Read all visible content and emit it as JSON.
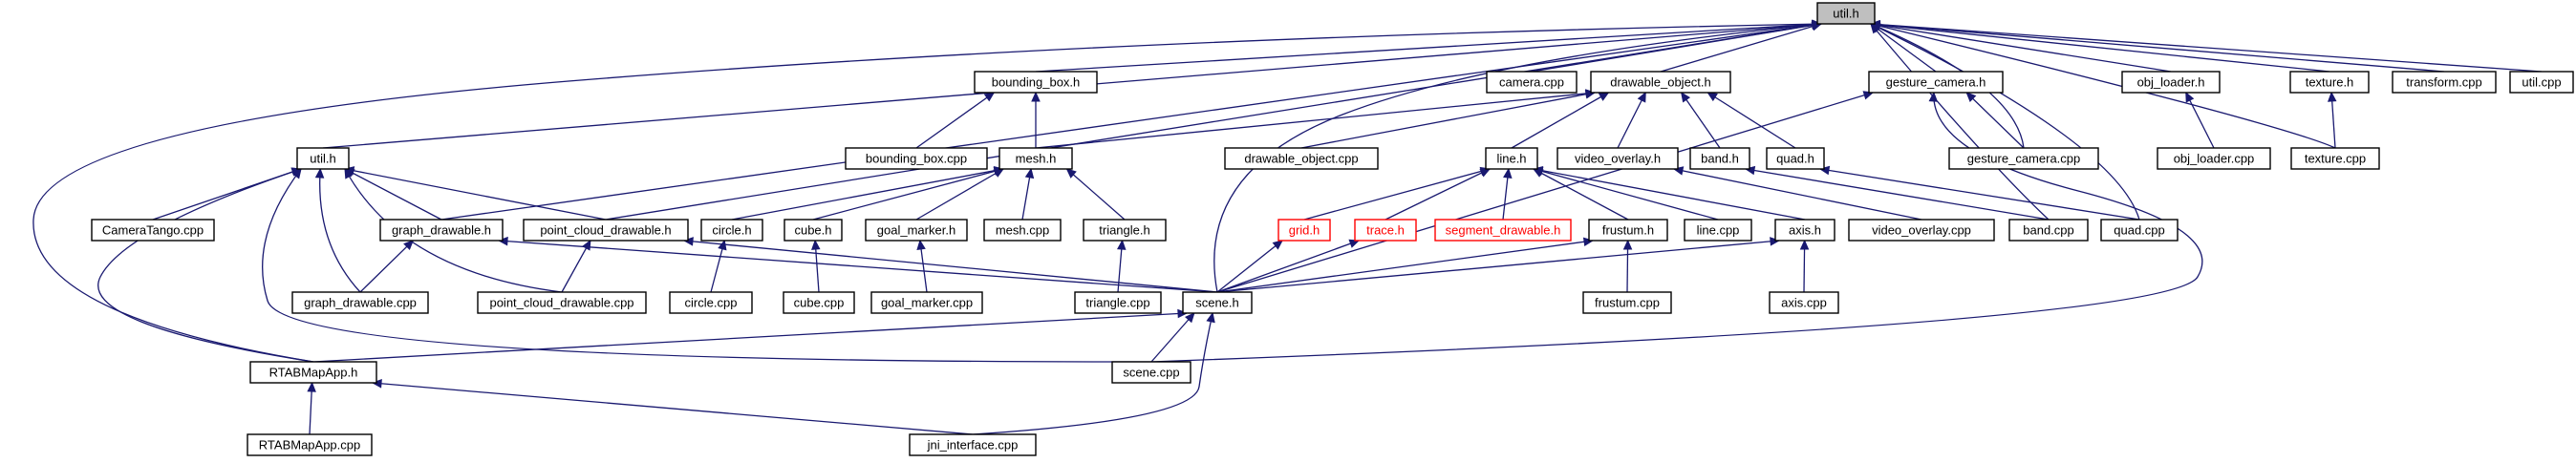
{
  "graph": {
    "style": {
      "edge_color": "#191970",
      "root_fill": "#bfbfbf",
      "truncated_border": "#ff0000"
    },
    "nodes": [
      {
        "id": "util_h_top",
        "label": "util.h",
        "root": true
      },
      {
        "id": "bounding_box_h",
        "label": "bounding_box.h"
      },
      {
        "id": "camera_cpp",
        "label": "camera.cpp"
      },
      {
        "id": "drawable_object_h",
        "label": "drawable_object.h"
      },
      {
        "id": "gesture_camera_h",
        "label": "gesture_camera.h"
      },
      {
        "id": "obj_loader_h",
        "label": "obj_loader.h"
      },
      {
        "id": "texture_h",
        "label": "texture.h"
      },
      {
        "id": "transform_cpp",
        "label": "transform.cpp"
      },
      {
        "id": "util_cpp",
        "label": "util.cpp"
      },
      {
        "id": "util_h_2",
        "label": "util.h"
      },
      {
        "id": "bounding_box_cpp",
        "label": "bounding_box.cpp"
      },
      {
        "id": "mesh_h",
        "label": "mesh.h"
      },
      {
        "id": "drawable_object_cpp",
        "label": "drawable_object.cpp"
      },
      {
        "id": "line_h",
        "label": "line.h"
      },
      {
        "id": "video_overlay_h",
        "label": "video_overlay.h"
      },
      {
        "id": "band_h",
        "label": "band.h"
      },
      {
        "id": "quad_h",
        "label": "quad.h"
      },
      {
        "id": "gesture_camera_cpp",
        "label": "gesture_camera.cpp"
      },
      {
        "id": "obj_loader_cpp",
        "label": "obj_loader.cpp"
      },
      {
        "id": "texture_cpp",
        "label": "texture.cpp"
      },
      {
        "id": "cameratango_cpp",
        "label": "CameraTango.cpp"
      },
      {
        "id": "graph_drawable_h",
        "label": "graph_drawable.h"
      },
      {
        "id": "point_cloud_drawable_h",
        "label": "point_cloud_drawable.h"
      },
      {
        "id": "circle_h",
        "label": "circle.h"
      },
      {
        "id": "cube_h",
        "label": "cube.h"
      },
      {
        "id": "goal_marker_h",
        "label": "goal_marker.h"
      },
      {
        "id": "mesh_cpp",
        "label": "mesh.cpp"
      },
      {
        "id": "triangle_h",
        "label": "triangle.h"
      },
      {
        "id": "grid_h",
        "label": "grid.h",
        "truncated": true
      },
      {
        "id": "trace_h",
        "label": "trace.h",
        "truncated": true
      },
      {
        "id": "segment_drawable_h",
        "label": "segment_drawable.h",
        "truncated": true
      },
      {
        "id": "frustum_h",
        "label": "frustum.h"
      },
      {
        "id": "line_cpp",
        "label": "line.cpp"
      },
      {
        "id": "axis_h",
        "label": "axis.h"
      },
      {
        "id": "video_overlay_cpp",
        "label": "video_overlay.cpp"
      },
      {
        "id": "band_cpp",
        "label": "band.cpp"
      },
      {
        "id": "quad_cpp",
        "label": "quad.cpp"
      },
      {
        "id": "graph_drawable_cpp",
        "label": "graph_drawable.cpp"
      },
      {
        "id": "point_cloud_drawable_cpp",
        "label": "point_cloud_drawable.cpp"
      },
      {
        "id": "circle_cpp",
        "label": "circle.cpp"
      },
      {
        "id": "cube_cpp",
        "label": "cube.cpp"
      },
      {
        "id": "goal_marker_cpp",
        "label": "goal_marker.cpp"
      },
      {
        "id": "triangle_cpp",
        "label": "triangle.cpp"
      },
      {
        "id": "scene_h",
        "label": "scene.h"
      },
      {
        "id": "frustum_cpp",
        "label": "frustum.cpp"
      },
      {
        "id": "axis_cpp",
        "label": "axis.cpp"
      },
      {
        "id": "rtabmapapp_h",
        "label": "RTABMapApp.h"
      },
      {
        "id": "scene_cpp",
        "label": "scene.cpp"
      },
      {
        "id": "rtabmapapp_cpp",
        "label": "RTABMapApp.cpp"
      },
      {
        "id": "jni_interface_cpp",
        "label": "jni_interface.cpp"
      }
    ],
    "edges": [
      {
        "from": "bounding_box_h",
        "to": "util_h_top"
      },
      {
        "from": "camera_cpp",
        "to": "util_h_top"
      },
      {
        "from": "drawable_object_h",
        "to": "util_h_top"
      },
      {
        "from": "gesture_camera_h",
        "to": "util_h_top"
      },
      {
        "from": "obj_loader_h",
        "to": "util_h_top"
      },
      {
        "from": "texture_h",
        "to": "util_h_top"
      },
      {
        "from": "transform_cpp",
        "to": "util_h_top"
      },
      {
        "from": "util_cpp",
        "to": "util_h_top"
      },
      {
        "from": "util_h_2",
        "to": "util_h_top"
      },
      {
        "from": "graph_drawable_h",
        "to": "util_h_top"
      },
      {
        "from": "point_cloud_drawable_h",
        "to": "util_h_top"
      },
      {
        "from": "scene_h",
        "to": "util_h_top"
      },
      {
        "from": "rtabmapapp_h",
        "to": "util_h_top"
      },
      {
        "from": "gesture_camera_cpp",
        "to": "util_h_top"
      },
      {
        "from": "texture_cpp",
        "to": "util_h_top"
      },
      {
        "from": "band_cpp",
        "to": "util_h_top"
      },
      {
        "from": "quad_cpp",
        "to": "util_h_top"
      },
      {
        "from": "bounding_box_cpp",
        "to": "bounding_box_h"
      },
      {
        "from": "mesh_h",
        "to": "bounding_box_h"
      },
      {
        "from": "mesh_h",
        "to": "drawable_object_h"
      },
      {
        "from": "drawable_object_cpp",
        "to": "drawable_object_h"
      },
      {
        "from": "line_h",
        "to": "drawable_object_h"
      },
      {
        "from": "video_overlay_h",
        "to": "drawable_object_h"
      },
      {
        "from": "band_h",
        "to": "drawable_object_h"
      },
      {
        "from": "quad_h",
        "to": "drawable_object_h"
      },
      {
        "from": "gesture_camera_cpp",
        "to": "gesture_camera_h"
      },
      {
        "from": "scene_h",
        "to": "gesture_camera_h"
      },
      {
        "from": "scene_cpp",
        "to": "gesture_camera_h"
      },
      {
        "from": "obj_loader_cpp",
        "to": "obj_loader_h"
      },
      {
        "from": "texture_cpp",
        "to": "texture_h"
      },
      {
        "from": "cameratango_cpp",
        "to": "util_h_2"
      },
      {
        "from": "graph_drawable_h",
        "to": "util_h_2"
      },
      {
        "from": "point_cloud_drawable_h",
        "to": "util_h_2"
      },
      {
        "from": "graph_drawable_cpp",
        "to": "util_h_2"
      },
      {
        "from": "point_cloud_drawable_cpp",
        "to": "util_h_2"
      },
      {
        "from": "rtabmapapp_h",
        "to": "util_h_2"
      },
      {
        "from": "scene_cpp",
        "to": "util_h_2"
      },
      {
        "from": "circle_h",
        "to": "mesh_h"
      },
      {
        "from": "cube_h",
        "to": "mesh_h"
      },
      {
        "from": "goal_marker_h",
        "to": "mesh_h"
      },
      {
        "from": "mesh_cpp",
        "to": "mesh_h"
      },
      {
        "from": "triangle_h",
        "to": "mesh_h"
      },
      {
        "from": "grid_h",
        "to": "line_h"
      },
      {
        "from": "trace_h",
        "to": "line_h"
      },
      {
        "from": "segment_drawable_h",
        "to": "line_h"
      },
      {
        "from": "frustum_h",
        "to": "line_h"
      },
      {
        "from": "line_cpp",
        "to": "line_h"
      },
      {
        "from": "axis_h",
        "to": "line_h"
      },
      {
        "from": "video_overlay_cpp",
        "to": "video_overlay_h"
      },
      {
        "from": "band_cpp",
        "to": "band_h"
      },
      {
        "from": "quad_cpp",
        "to": "quad_h"
      },
      {
        "from": "graph_drawable_cpp",
        "to": "graph_drawable_h"
      },
      {
        "from": "scene_h",
        "to": "graph_drawable_h"
      },
      {
        "from": "point_cloud_drawable_cpp",
        "to": "point_cloud_drawable_h"
      },
      {
        "from": "scene_h",
        "to": "point_cloud_drawable_h"
      },
      {
        "from": "circle_cpp",
        "to": "circle_h"
      },
      {
        "from": "cube_cpp",
        "to": "cube_h"
      },
      {
        "from": "goal_marker_cpp",
        "to": "goal_marker_h"
      },
      {
        "from": "triangle_cpp",
        "to": "triangle_h"
      },
      {
        "from": "scene_h",
        "to": "grid_h"
      },
      {
        "from": "scene_h",
        "to": "trace_h"
      },
      {
        "from": "scene_h",
        "to": "frustum_h"
      },
      {
        "from": "frustum_cpp",
        "to": "frustum_h"
      },
      {
        "from": "scene_h",
        "to": "axis_h"
      },
      {
        "from": "axis_cpp",
        "to": "axis_h"
      },
      {
        "from": "rtabmapapp_h",
        "to": "scene_h"
      },
      {
        "from": "scene_cpp",
        "to": "scene_h"
      },
      {
        "from": "jni_interface_cpp",
        "to": "scene_h"
      },
      {
        "from": "rtabmapapp_cpp",
        "to": "rtabmapapp_h"
      },
      {
        "from": "jni_interface_cpp",
        "to": "rtabmapapp_h"
      }
    ]
  }
}
